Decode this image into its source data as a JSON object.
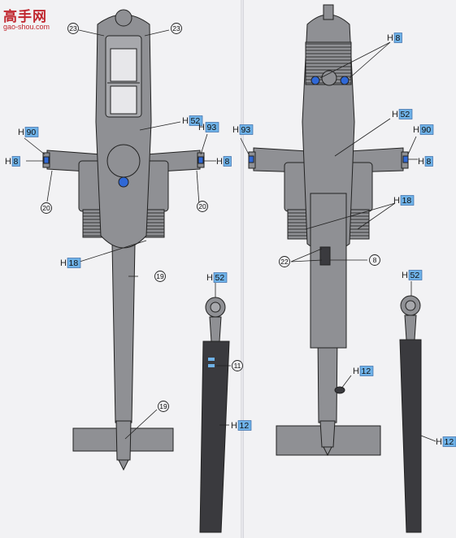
{
  "watermark": {
    "title": "高手网",
    "url": "gao-shou.com"
  },
  "colors": {
    "body": "#8f9094",
    "body_dark": "#76777b",
    "line": "#222222",
    "blue": "#2f68d6",
    "strap": "#3a3a3e",
    "paper": "#f2f2f4",
    "callout_box": "#6fb2e8"
  },
  "left_view": {
    "callouts": {
      "c23a": "23",
      "c23b": "23",
      "c20a": "20",
      "c20b": "20",
      "c19a": "19",
      "c19b": "19",
      "h90": "H90",
      "h8": "H8",
      "h52": "H52",
      "h93": "H93",
      "h8r": "H8",
      "h18": "H18"
    }
  },
  "right_view": {
    "callouts": {
      "h8top": "H8",
      "h52": "H52",
      "h93": "H93",
      "h90": "H90",
      "h8": "H8",
      "h18": "H18",
      "c22": "22",
      "c8": "8",
      "h12": "H12"
    }
  },
  "strap_left": {
    "h52": "H52",
    "c11": "11",
    "h12": "H12"
  },
  "strap_right": {
    "h52": "H52",
    "h12": "H12"
  }
}
